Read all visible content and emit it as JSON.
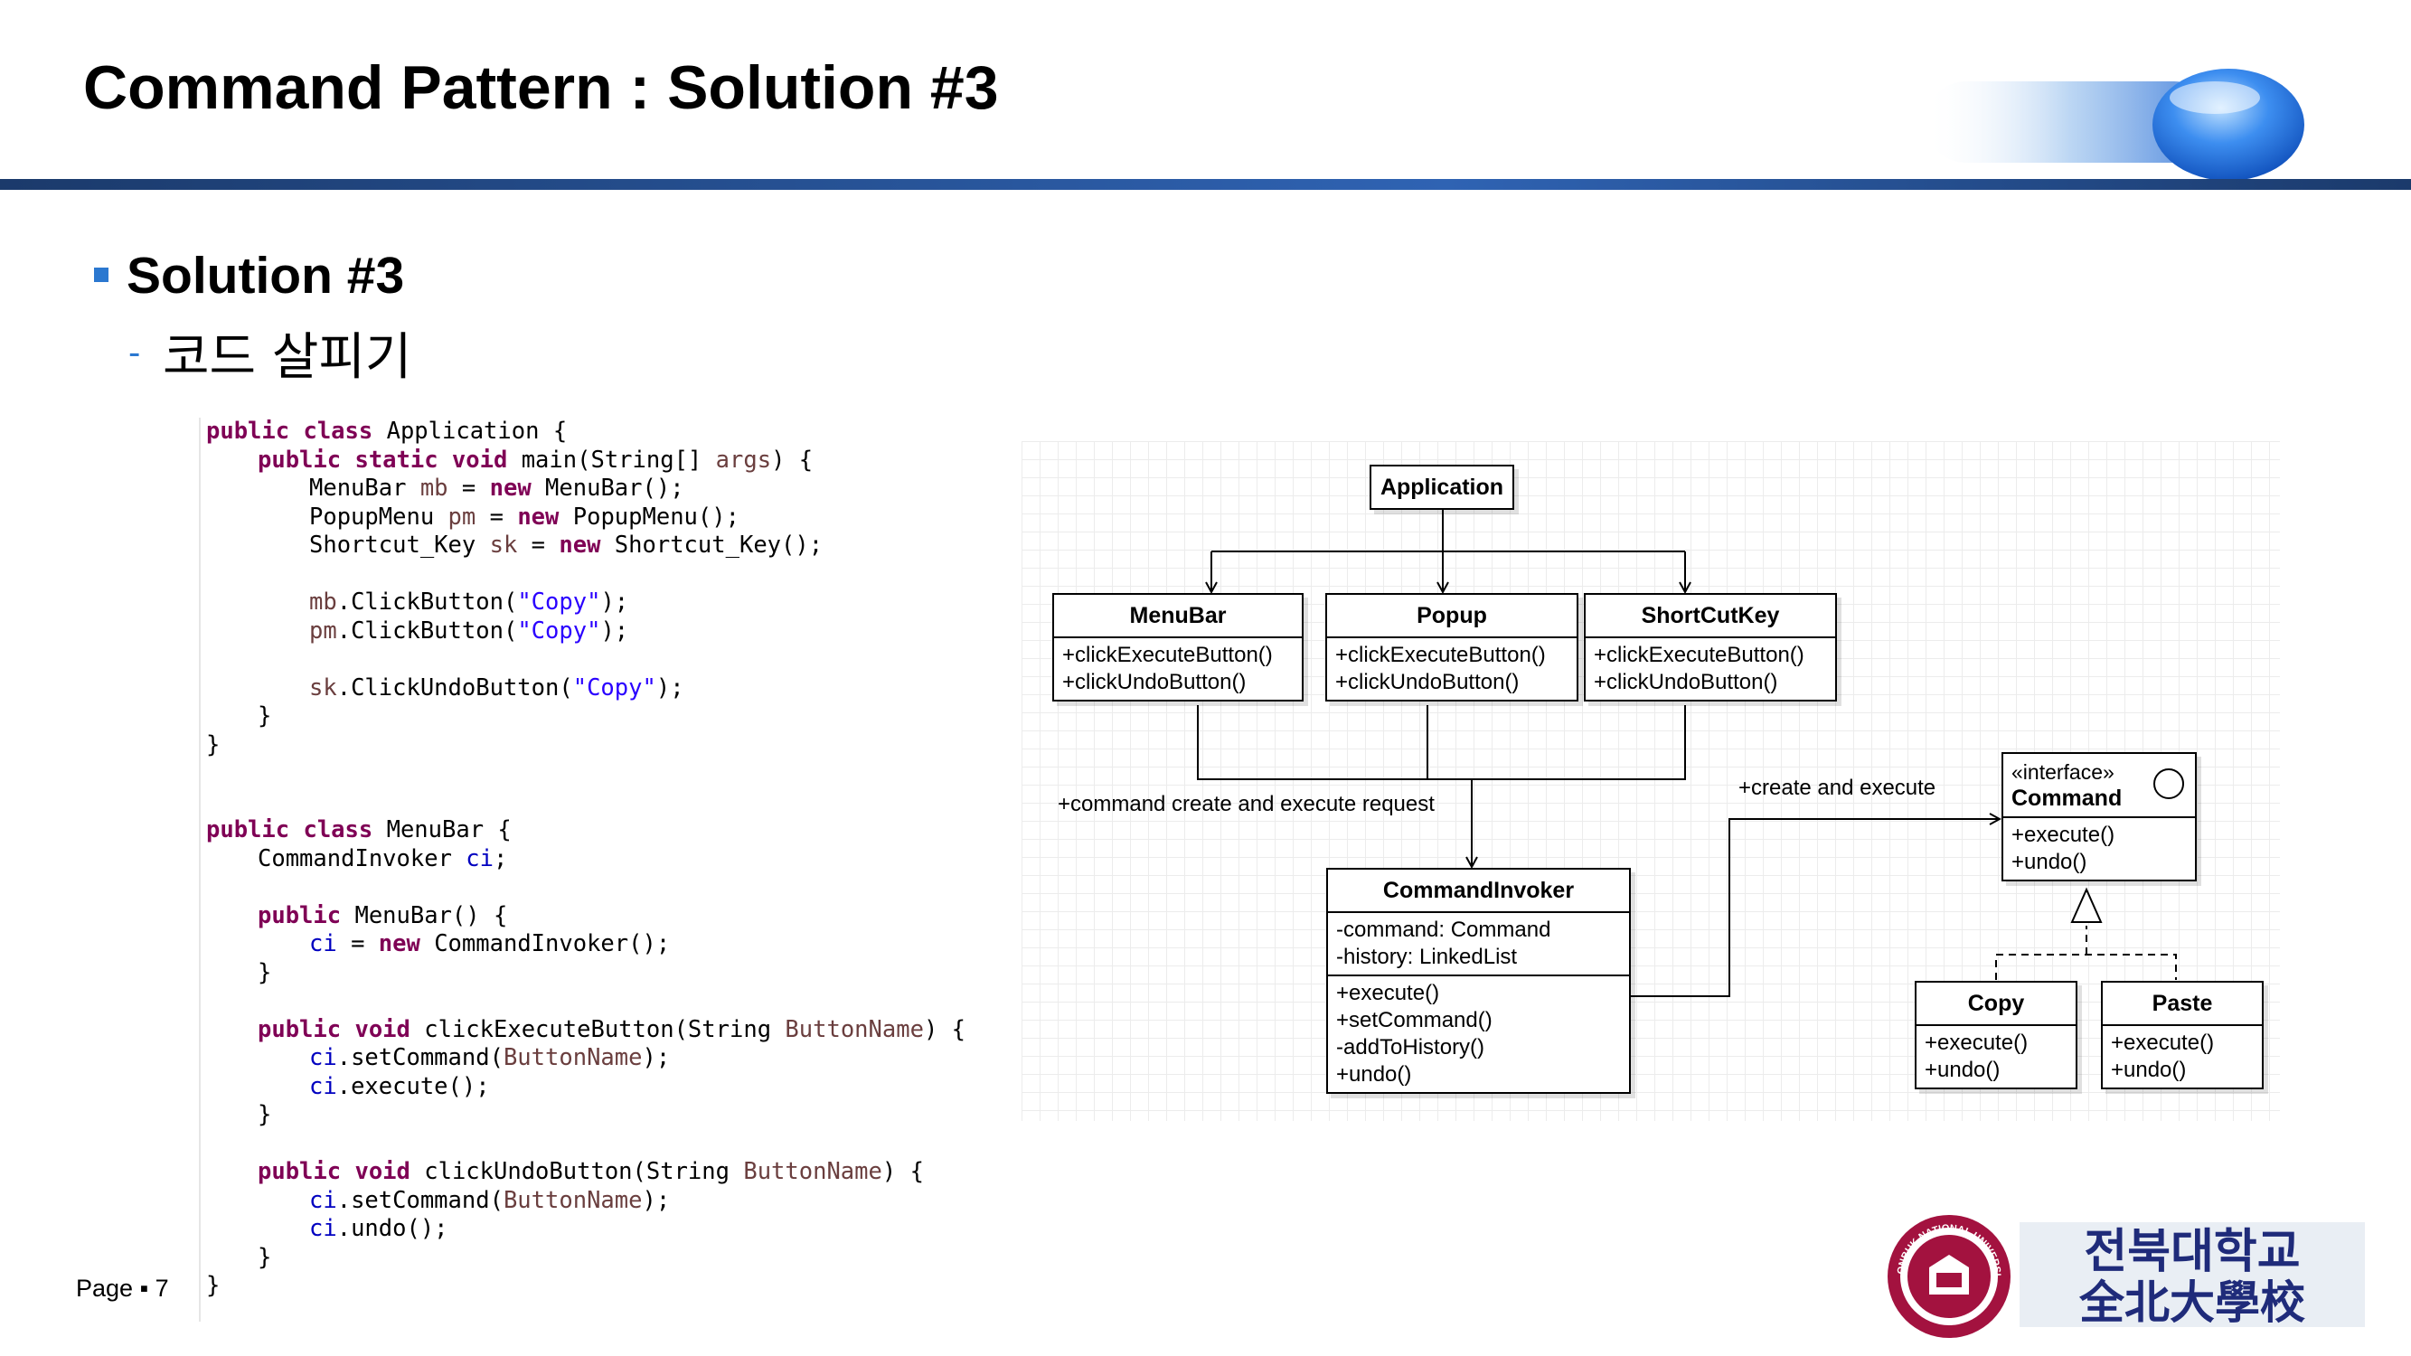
{
  "slide": {
    "title": "Command Pattern : Solution #3",
    "heading": "Solution #3",
    "subheading": "코드 살피기",
    "page_label": "Page",
    "page_number": "7"
  },
  "code": [
    {
      "i": 0,
      "t": [
        [
          "kw",
          "public class "
        ],
        [
          "",
          "Application {"
        ]
      ]
    },
    {
      "i": 1,
      "t": [
        [
          "kw",
          "public static void "
        ],
        [
          "",
          "main(String[] "
        ],
        [
          "vr",
          "args"
        ],
        [
          "",
          ") {"
        ]
      ]
    },
    {
      "i": 2,
      "t": [
        [
          "",
          "MenuBar "
        ],
        [
          "vr",
          "mb"
        ],
        [
          "",
          " = "
        ],
        [
          "kw",
          "new "
        ],
        [
          "",
          "MenuBar();"
        ]
      ]
    },
    {
      "i": 2,
      "t": [
        [
          "",
          "PopupMenu "
        ],
        [
          "vr",
          "pm"
        ],
        [
          "",
          " = "
        ],
        [
          "kw",
          "new "
        ],
        [
          "",
          "PopupMenu();"
        ]
      ]
    },
    {
      "i": 2,
      "t": [
        [
          "",
          "Shortcut_Key "
        ],
        [
          "vr",
          "sk"
        ],
        [
          "",
          " = "
        ],
        [
          "kw",
          "new "
        ],
        [
          "",
          "Shortcut_Key();"
        ]
      ]
    },
    {
      "blank": true
    },
    {
      "i": 2,
      "t": [
        [
          "vr",
          "mb"
        ],
        [
          "",
          ".ClickButton("
        ],
        [
          "st",
          "\"Copy\""
        ],
        [
          "",
          ");"
        ]
      ]
    },
    {
      "i": 2,
      "t": [
        [
          "vr",
          "pm"
        ],
        [
          "",
          ".ClickButton("
        ],
        [
          "st",
          "\"Copy\""
        ],
        [
          "",
          ");"
        ]
      ]
    },
    {
      "blank": true
    },
    {
      "i": 2,
      "t": [
        [
          "vr",
          "sk"
        ],
        [
          "",
          ".ClickUndoButton("
        ],
        [
          "st",
          "\"Copy\""
        ],
        [
          "",
          ");"
        ]
      ]
    },
    {
      "i": 1,
      "t": [
        [
          "",
          "}"
        ]
      ]
    },
    {
      "i": 0,
      "t": [
        [
          "",
          "}"
        ]
      ]
    },
    {
      "blank": true
    },
    {
      "blank": true
    },
    {
      "i": 0,
      "t": [
        [
          "kw",
          "public class "
        ],
        [
          "",
          "MenuBar {"
        ]
      ]
    },
    {
      "i": 1,
      "t": [
        [
          "",
          "CommandInvoker "
        ],
        [
          "fd",
          "ci"
        ],
        [
          "",
          ";"
        ]
      ]
    },
    {
      "blank": true
    },
    {
      "i": 1,
      "t": [
        [
          "kw",
          "public "
        ],
        [
          "",
          "MenuBar() {"
        ]
      ]
    },
    {
      "i": 2,
      "t": [
        [
          "fd",
          "ci"
        ],
        [
          "",
          " = "
        ],
        [
          "kw",
          "new "
        ],
        [
          "",
          "CommandInvoker();"
        ]
      ]
    },
    {
      "i": 1,
      "t": [
        [
          "",
          "}"
        ]
      ]
    },
    {
      "blank": true
    },
    {
      "i": 1,
      "t": [
        [
          "kw",
          "public void "
        ],
        [
          "",
          "clickExecuteButton(String "
        ],
        [
          "vr",
          "ButtonName"
        ],
        [
          "",
          ") {"
        ]
      ]
    },
    {
      "i": 2,
      "t": [
        [
          "fd",
          "ci"
        ],
        [
          "",
          ".setCommand("
        ],
        [
          "vr",
          "ButtonName"
        ],
        [
          "",
          ");"
        ]
      ]
    },
    {
      "i": 2,
      "t": [
        [
          "fd",
          "ci"
        ],
        [
          "",
          ".execute();"
        ]
      ]
    },
    {
      "i": 1,
      "t": [
        [
          "",
          "}"
        ]
      ]
    },
    {
      "blank": true
    },
    {
      "i": 1,
      "t": [
        [
          "kw",
          "public void "
        ],
        [
          "",
          "clickUndoButton(String "
        ],
        [
          "vr",
          "ButtonName"
        ],
        [
          "",
          ") {"
        ]
      ]
    },
    {
      "i": 2,
      "t": [
        [
          "fd",
          "ci"
        ],
        [
          "",
          ".setCommand("
        ],
        [
          "vr",
          "ButtonName"
        ],
        [
          "",
          ");"
        ]
      ]
    },
    {
      "i": 2,
      "t": [
        [
          "fd",
          "ci"
        ],
        [
          "",
          ".undo();"
        ]
      ]
    },
    {
      "i": 1,
      "t": [
        [
          "",
          "}"
        ]
      ]
    },
    {
      "i": 0,
      "t": [
        [
          "",
          "}"
        ]
      ]
    }
  ],
  "uml": {
    "application": {
      "name": "Application"
    },
    "menubar": {
      "name": "MenuBar",
      "methods": [
        "+clickExecuteButton()",
        "+clickUndoButton()"
      ]
    },
    "popup": {
      "name": "Popup",
      "methods": [
        "+clickExecuteButton()",
        "+clickUndoButton()"
      ]
    },
    "shortcutkey": {
      "name": "ShortCutKey",
      "methods": [
        "+clickExecuteButton()",
        "+clickUndoButton()"
      ]
    },
    "invoker": {
      "name": "CommandInvoker",
      "fields": [
        "-command: Command",
        "-history: LinkedList"
      ],
      "methods": [
        "+execute()",
        "+setCommand()",
        "-addToHistory()",
        "+undo()"
      ]
    },
    "command": {
      "stereotype": "«interface»",
      "name": "Command",
      "methods": [
        "+execute()",
        "+undo()"
      ]
    },
    "copy": {
      "name": "Copy",
      "methods": [
        "+execute()",
        "+undo()"
      ]
    },
    "paste": {
      "name": "Paste",
      "methods": [
        "+execute()",
        "+undo()"
      ]
    },
    "label_request": "+command create and execute request",
    "label_execute": "+create and execute"
  },
  "logo": {
    "korean": "전북대학교",
    "hanja": "全北大學校",
    "seal_text": "CHONBUK NATIONAL UNIVERSITY"
  },
  "colors": {
    "accent": "#2b78d0",
    "bar": "#1f4a8a",
    "logo_text": "#1f2b7a",
    "seal": "#a3123f"
  }
}
